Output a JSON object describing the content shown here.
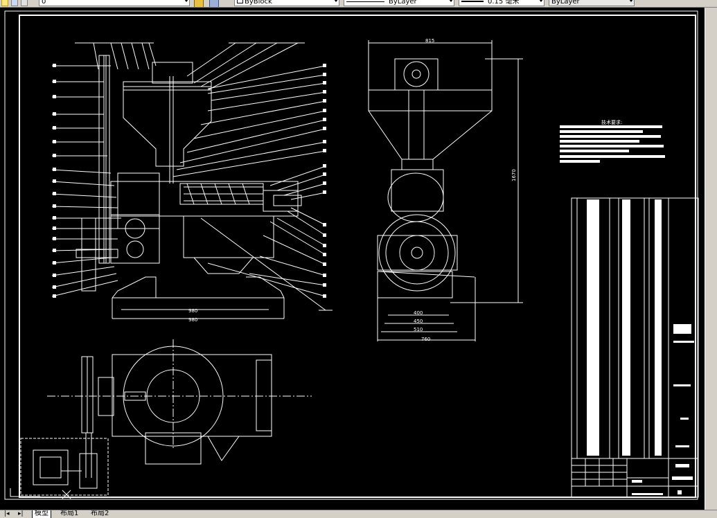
{
  "toolbar": {
    "layer_value": "0",
    "color_value": "ByBlock",
    "linetype_value": "ByLayer",
    "lineweight_value": "0.15 毫米",
    "plotstyle_value": "ByLayer"
  },
  "drawing": {
    "tech_title": "技术要求:",
    "dims": {
      "top_width": "815",
      "height": "1670",
      "d400": "400",
      "d450": "450",
      "d510": "510",
      "d760": "760",
      "d980a": "980",
      "d980b": "980"
    }
  },
  "tabs": {
    "items": [
      "模型",
      "布局1",
      "布局2"
    ],
    "active": "模型"
  },
  "colors": {
    "background": "#000000",
    "lines": "#ffffff",
    "chrome": "#d4d0c8"
  }
}
